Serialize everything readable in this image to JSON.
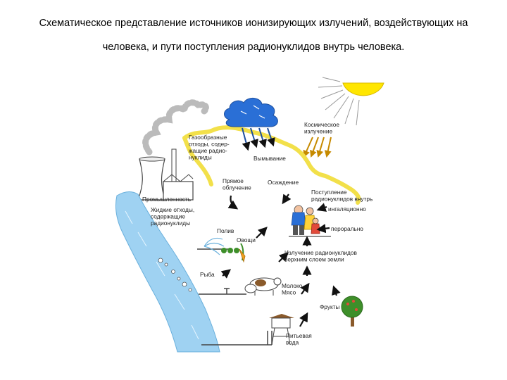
{
  "title": {
    "line1": "Схематическое представление источников ионизирующих излучений, воздействующих на",
    "line2": "человека, и пути поступления радионуклидов внутрь человека."
  },
  "labels": {
    "gas_waste": [
      "Газообразные",
      "отходы, содер-",
      "жащие радио-",
      "нуклиды"
    ],
    "cosmic": [
      "Космическое",
      "излучение"
    ],
    "washout": [
      "Вымывание"
    ],
    "direct": [
      "Прямое",
      "облучение"
    ],
    "deposition": [
      "Осаждение"
    ],
    "intake": [
      "Поступление",
      "радионуклидов внутрь"
    ],
    "inhalation": [
      "ингаляционно"
    ],
    "oral": [
      "перорально"
    ],
    "industry": [
      "Промышленность"
    ],
    "liquid_waste": [
      "Жидкие отходы,",
      "содержащие",
      "радионуклиды"
    ],
    "irrigation": [
      "Полив"
    ],
    "vegetables": [
      "Овощи"
    ],
    "soil": [
      "Излучение радионуклидов",
      "верхним слоем земли"
    ],
    "fish": [
      "Рыба"
    ],
    "milk_meat": [
      "Молоко",
      "Мясо"
    ],
    "fruits": [
      "Фрукты"
    ],
    "water": [
      "Питьевая",
      "вода"
    ]
  },
  "colors": {
    "sun": "#ffe600",
    "cloud": "#2a6fd6",
    "yellow_edge": "#f2e04a",
    "river": "#9fd2f2",
    "tree": "#3e8f2a",
    "arrow": "#111111"
  }
}
